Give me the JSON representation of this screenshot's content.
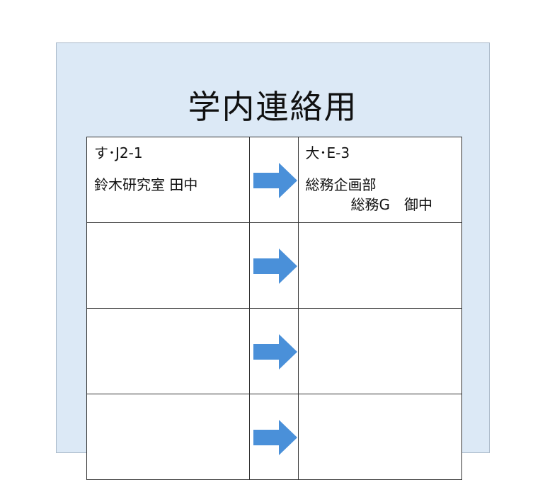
{
  "title": "学内連絡用",
  "accent_color": "#4a90d9",
  "rows": [
    {
      "from_code": "す･J2-1",
      "from_name": "鈴木研究室 田中",
      "to_code": "大･E-3",
      "to_dept": "総務企画部",
      "to_group": "総務G　御中"
    },
    {
      "from_code": "",
      "from_name": "",
      "to_code": "",
      "to_dept": "",
      "to_group": ""
    },
    {
      "from_code": "",
      "from_name": "",
      "to_code": "",
      "to_dept": "",
      "to_group": ""
    },
    {
      "from_code": "",
      "from_name": "",
      "to_code": "",
      "to_dept": "",
      "to_group": ""
    }
  ]
}
